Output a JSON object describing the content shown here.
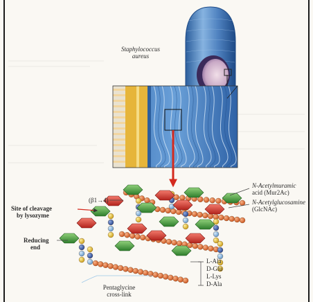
{
  "organism": {
    "name_line1": "Staphylococcus",
    "name_line2": "aureus"
  },
  "labels": {
    "beta_linkage": "(β1→4)",
    "cleavage_line1": "Site of cleavage",
    "cleavage_line2": "by lysozyme",
    "reducing_line1": "Reducing",
    "reducing_line2": "end",
    "murnac_line1": "N-Acetylmuramic",
    "murnac_line2": "acid (Mur2Ac)",
    "glcnac_line1": "N-Acetylglucosamine",
    "glcnac_line2": "(GlcNAc)",
    "pentaglycine_line1": "Pentaglycine",
    "pentaglycine_line2": "cross-link"
  },
  "peptide_residues": [
    "L-Ala",
    "D-Glu",
    "L-Lys",
    "D-Ala"
  ],
  "colors": {
    "cell_blue": "#5b8fc9",
    "cell_dark_blue": "#2c5e9c",
    "wall_yellow": "#e6b53a",
    "arrow_red": "#d42a1e",
    "murnac_red": "#d63a35",
    "glcnac_green": "#4aa146",
    "glycine_orange": "#e06a2a",
    "ala_yellow": "#e8c232",
    "glu_blue": "#3d5fa8",
    "lys_lightblue": "#7fb3e0"
  }
}
